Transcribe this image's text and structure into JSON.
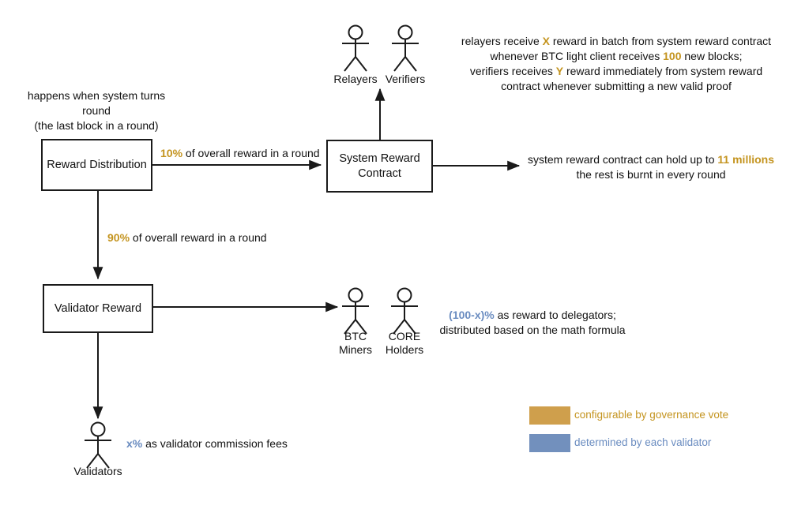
{
  "diagram": {
    "title_note_top_left": "happens when system turns round\n(the last block in a round)",
    "nodes": {
      "reward_distribution": "Reward Distribution",
      "system_reward_contract": "System Reward\nContract",
      "validator_reward": "Validator Reward"
    },
    "edge_labels": {
      "ten_percent_value": "10%",
      "ten_percent_rest": " of overall reward in a round",
      "ninety_percent_value": "90%",
      "ninety_percent_rest": " of overall reward in a round"
    },
    "actors": {
      "relayers": "Relayers",
      "verifiers": "Verifiers",
      "btc_miners": "BTC\nMiners",
      "core_holders": "CORE\nHolders",
      "validators": "Validators"
    },
    "notes": {
      "relayers_verifiers": {
        "line1_a": "relayers receive ",
        "line1_x": "X",
        "line1_b": " reward in batch from system reward contract",
        "line2_a": "whenever BTC light client receives ",
        "line2_n": "100",
        "line2_b": " new blocks;",
        "line3_a": "verifiers receives ",
        "line3_y": "Y",
        "line3_b": " reward immediately from system reward",
        "line4": "contract whenever submitting a new valid proof"
      },
      "system_reward_cap": {
        "line1_a": "system reward contract can hold up to ",
        "line1_v": "11 millions",
        "line2": "the rest is burnt in every round"
      },
      "delegators": {
        "line1_v": "(100-x)%",
        "line1_b": " as reward to delegators;",
        "line2": "distributed based on the math formula"
      },
      "commission": {
        "value": "x%",
        "rest": " as validator commission fees"
      }
    },
    "legend": {
      "items": [
        {
          "label": "configurable by governance vote",
          "color": "#cf9f4c"
        },
        {
          "label": "determined by each validator",
          "color": "#7290bd"
        }
      ]
    },
    "colors": {
      "gold_text": "#c4941f",
      "blue_text": "#6a8cc0",
      "gold_swatch": "#cf9f4c",
      "blue_swatch": "#7290bd",
      "stroke": "#1a1a1a"
    }
  }
}
